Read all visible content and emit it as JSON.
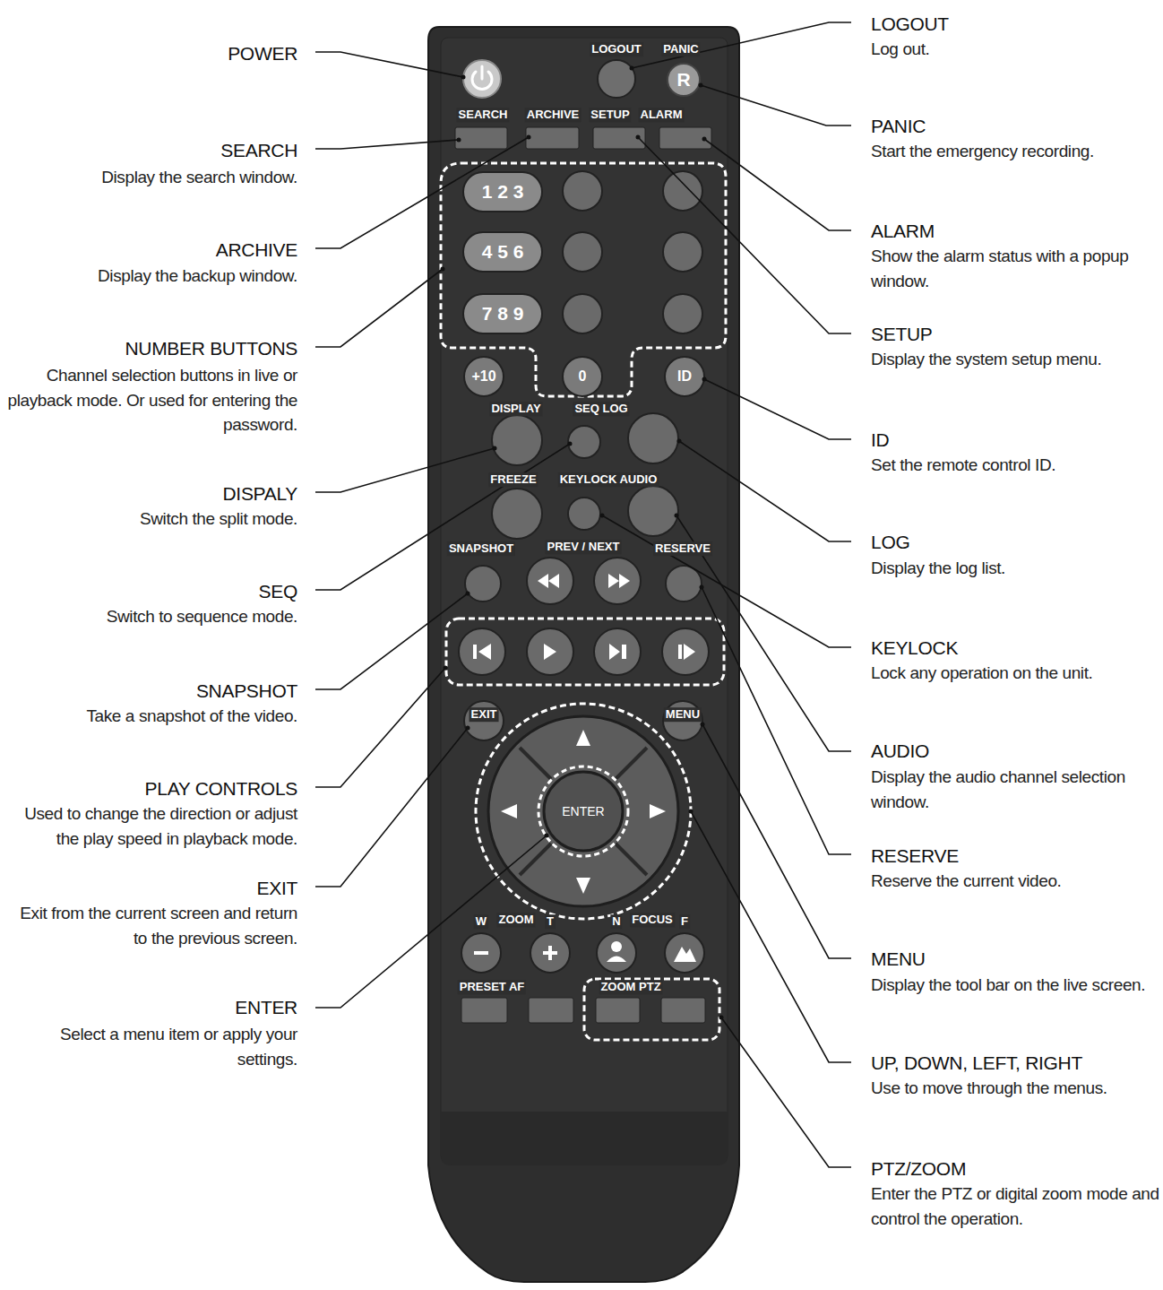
{
  "diagram": {
    "labels": [
      "POWER",
      "SEARCH",
      "Display the search window.",
      "ARCHIVE",
      "Display the backup window.",
      "NUMBER BUTTONS",
      "Channel selection buttons in live or playback mode. Or used for entering the password.",
      "DISPALY",
      "Switch the split mode.",
      "SEQ",
      "Switch to sequence mode.",
      "SNAPSHOT",
      "Take a snapshot of the video.",
      "PLAY CONTROLS",
      "Used to change the direction or adjust the play speed in playback mode.",
      "EXIT",
      "Exit from the current screen and return to the previous screen.",
      "ENTER",
      "Select a menu item or apply your settings.",
      "LOGOUT",
      "Log out.",
      "PANIC",
      "Start the emergency recording.",
      "ALARM",
      "Show the alarm status with a popup window.",
      "SETUP",
      "Display the system setup menu.",
      "ID",
      "Set the remote control ID.",
      "LOG",
      "Display the log list.",
      "KEYLOCK",
      "Lock any operation on the unit.",
      "AUDIO",
      "Display the audio channel selection window.",
      "RESERVE",
      "Reserve the current video.",
      "MENU",
      "Display the tool bar on the live screen.",
      "UP, DOWN, LEFT, RIGHT",
      "Use to move through the menus.",
      "PTZ/ZOOM",
      "Enter the PTZ or digital zoom mode and control the operation.",
      "LOGOUT",
      "PANIC",
      "R",
      "SEARCH",
      "ARCHIVE",
      "SETUP",
      "ALARM",
      "1 2 3",
      "4 5 6",
      "7 8 9",
      "+10",
      "0",
      "ID",
      "DISPLAY",
      "SEQ LOG",
      "FREEZE",
      "KEYLOCK AUDIO",
      "SNAPSHOT",
      "PREV / NEXT",
      "RESERVE",
      "EXIT",
      "MENU",
      "ENTER",
      "W",
      "ZOOM",
      "T",
      "N",
      "FOCUS",
      "F",
      "PRESET AF",
      "ZOOM PTZ"
    ]
  }
}
